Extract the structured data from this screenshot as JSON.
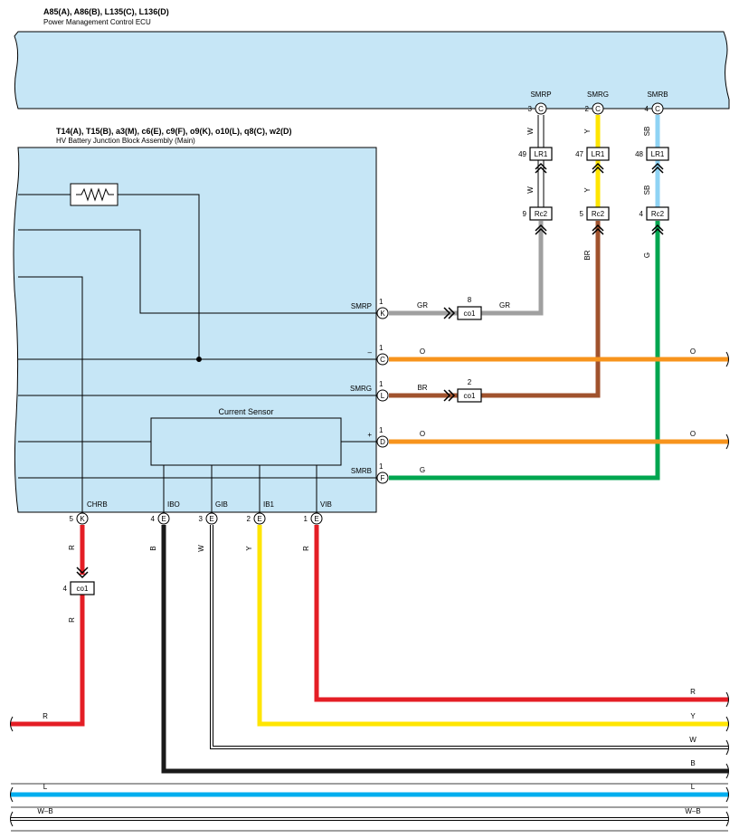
{
  "ecu": {
    "codes": "A85(A), A86(B), L135(C), L136(D)",
    "name": "Power Management Control ECU",
    "color": "#c6e6f6",
    "terminals": [
      {
        "num": "3",
        "letter": "C",
        "label": "SMRP"
      },
      {
        "num": "2",
        "letter": "C",
        "label": "SMRG"
      },
      {
        "num": "4",
        "letter": "C",
        "label": "SMRB"
      }
    ]
  },
  "junction": {
    "codes": "T14(A), T15(B), a3(M), c6(E), c9(F), o9(K), o10(L), q8(C), w2(D)",
    "name": "HV Battery Junction Block Assembly (Main)",
    "current_sensor": "Current Sensor",
    "right_terminals": [
      {
        "num": "1",
        "letter": "K",
        "label": "SMRP"
      },
      {
        "num": "1",
        "letter": "C",
        "label": "–"
      },
      {
        "num": "1",
        "letter": "L",
        "label": "SMRG"
      },
      {
        "num": "1",
        "letter": "D",
        "label": "+"
      },
      {
        "num": "1",
        "letter": "F",
        "label": "SMRB"
      }
    ],
    "bottom_terminals": [
      {
        "num": "5",
        "letter": "K",
        "label": "CHRB"
      },
      {
        "num": "4",
        "letter": "E",
        "label": "IBO"
      },
      {
        "num": "3",
        "letter": "E",
        "label": "GIB"
      },
      {
        "num": "2",
        "letter": "E",
        "label": "IB1"
      },
      {
        "num": "1",
        "letter": "E",
        "label": "VIB"
      }
    ]
  },
  "connectors": {
    "lr1": [
      {
        "pin": "49",
        "name": "LR1"
      },
      {
        "pin": "47",
        "name": "LR1"
      },
      {
        "pin": "48",
        "name": "LR1"
      }
    ],
    "rc2": [
      {
        "pin": "9",
        "name": "Rc2"
      },
      {
        "pin": "5",
        "name": "Rc2"
      },
      {
        "pin": "4",
        "name": "Rc2"
      }
    ],
    "co1_smrp": {
      "pin": "8",
      "name": "co1"
    },
    "co1_smrg": {
      "pin": "2",
      "name": "co1"
    },
    "co1_chrb": {
      "pin": "4",
      "name": "co1"
    }
  },
  "wire_labels": {
    "smrp_upper": "W",
    "smrp_mid": "W",
    "smrg_upper": "Y",
    "smrg_mid": "Y",
    "smrb_upper": "SB",
    "smrb_mid": "SB",
    "gr_left": "GR",
    "gr_right": "GR",
    "br_vertical": "BR",
    "br_horizontal": "BR",
    "g_vertical": "G",
    "g_horizontal": "G",
    "o_minus_left": "O",
    "o_minus_right": "O",
    "o_plus_left": "O",
    "o_plus_right": "O",
    "chrb_upper": "R",
    "chrb_lower": "R",
    "chrb_bottom": "R",
    "ibo": "B",
    "gib": "W",
    "ib1": "Y",
    "vib": "R",
    "bus_r": "R",
    "bus_y": "Y",
    "bus_w": "W",
    "bus_b": "B",
    "l_left": "L",
    "l_right": "L",
    "wb_left": "W–B",
    "wb_right": "W–B"
  },
  "colors": {
    "red": "#e41e25",
    "yellow": "#ffe500",
    "orange": "#f7941d",
    "brown": "#a0522d",
    "green": "#00a650",
    "gray": "#a0a0a0",
    "lightblue": "#8fd3f4",
    "blue": "#00aeef",
    "black": "#1a1a1a"
  }
}
